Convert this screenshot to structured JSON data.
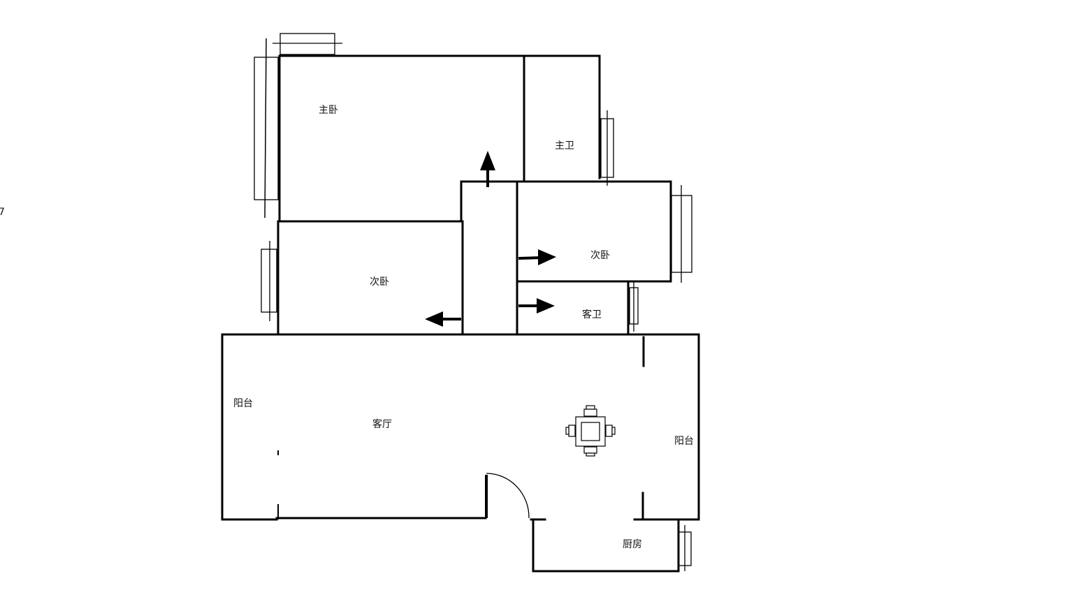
{
  "rooms": {
    "master_bedroom": "主卧",
    "master_bath": "主卫",
    "second_bedroom_right": "次卧",
    "second_bedroom_left": "次卧",
    "guest_bath": "客卫",
    "living_room": "客厅",
    "balcony_left": "阳台",
    "balcony_right": "阳台",
    "kitchen": "厨房"
  },
  "edge_glyph": "7"
}
